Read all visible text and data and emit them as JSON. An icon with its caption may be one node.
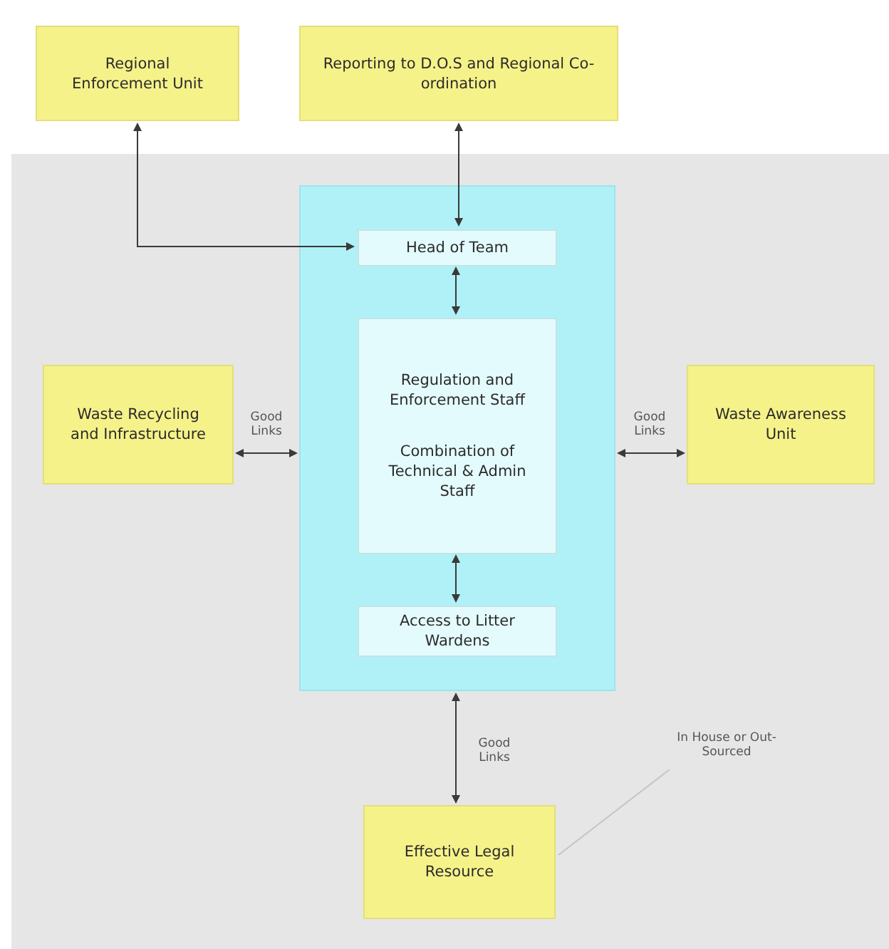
{
  "diagram": {
    "nodes": [
      {
        "text": [
          "Regional Enforcement Unit"
        ]
      },
      {
        "text": [
          "Reporting to D.O.S and Regional Co-ordination"
        ]
      },
      {
        "text": [],
        "shape": "box"
      },
      {
        "text": [
          "Head of Team"
        ],
        "in": 2
      },
      {
        "text": [
          "Regulation and Enforcement Staff",
          "Combination of Technical & Admin Staff"
        ],
        "in": 2
      },
      {
        "text": [
          "Access to Litter Wardens"
        ],
        "in": 2
      },
      {
        "text": [
          "Waste Recycling and Infrastructure"
        ]
      },
      {
        "text": [
          "Waste Awareness Unit"
        ]
      },
      {
        "text": [
          "Effective Legal Resource"
        ]
      },
      {
        "text": [
          "In House or Out-Sourced"
        ]
      }
    ],
    "edges": [
      {
        "from": 0,
        "to": 3,
        "arrow": "both"
      },
      {
        "from": 1,
        "to": 3,
        "arrow": "both"
      },
      {
        "from": 3,
        "to": 4,
        "arrow": "both"
      },
      {
        "from": 4,
        "to": 5,
        "arrow": "both"
      },
      {
        "from": 6,
        "to": 2,
        "label": "Good Links",
        "arrow": "both"
      },
      {
        "from": 2,
        "to": 7,
        "label": "Good Links",
        "arrow": "both"
      },
      {
        "from": 2,
        "to": 8,
        "label": "Good Links",
        "arrow": "both"
      },
      {
        "from": 9,
        "to": 8,
        "arrow": "none",
        "color": "#c4c4c4"
      }
    ]
  }
}
